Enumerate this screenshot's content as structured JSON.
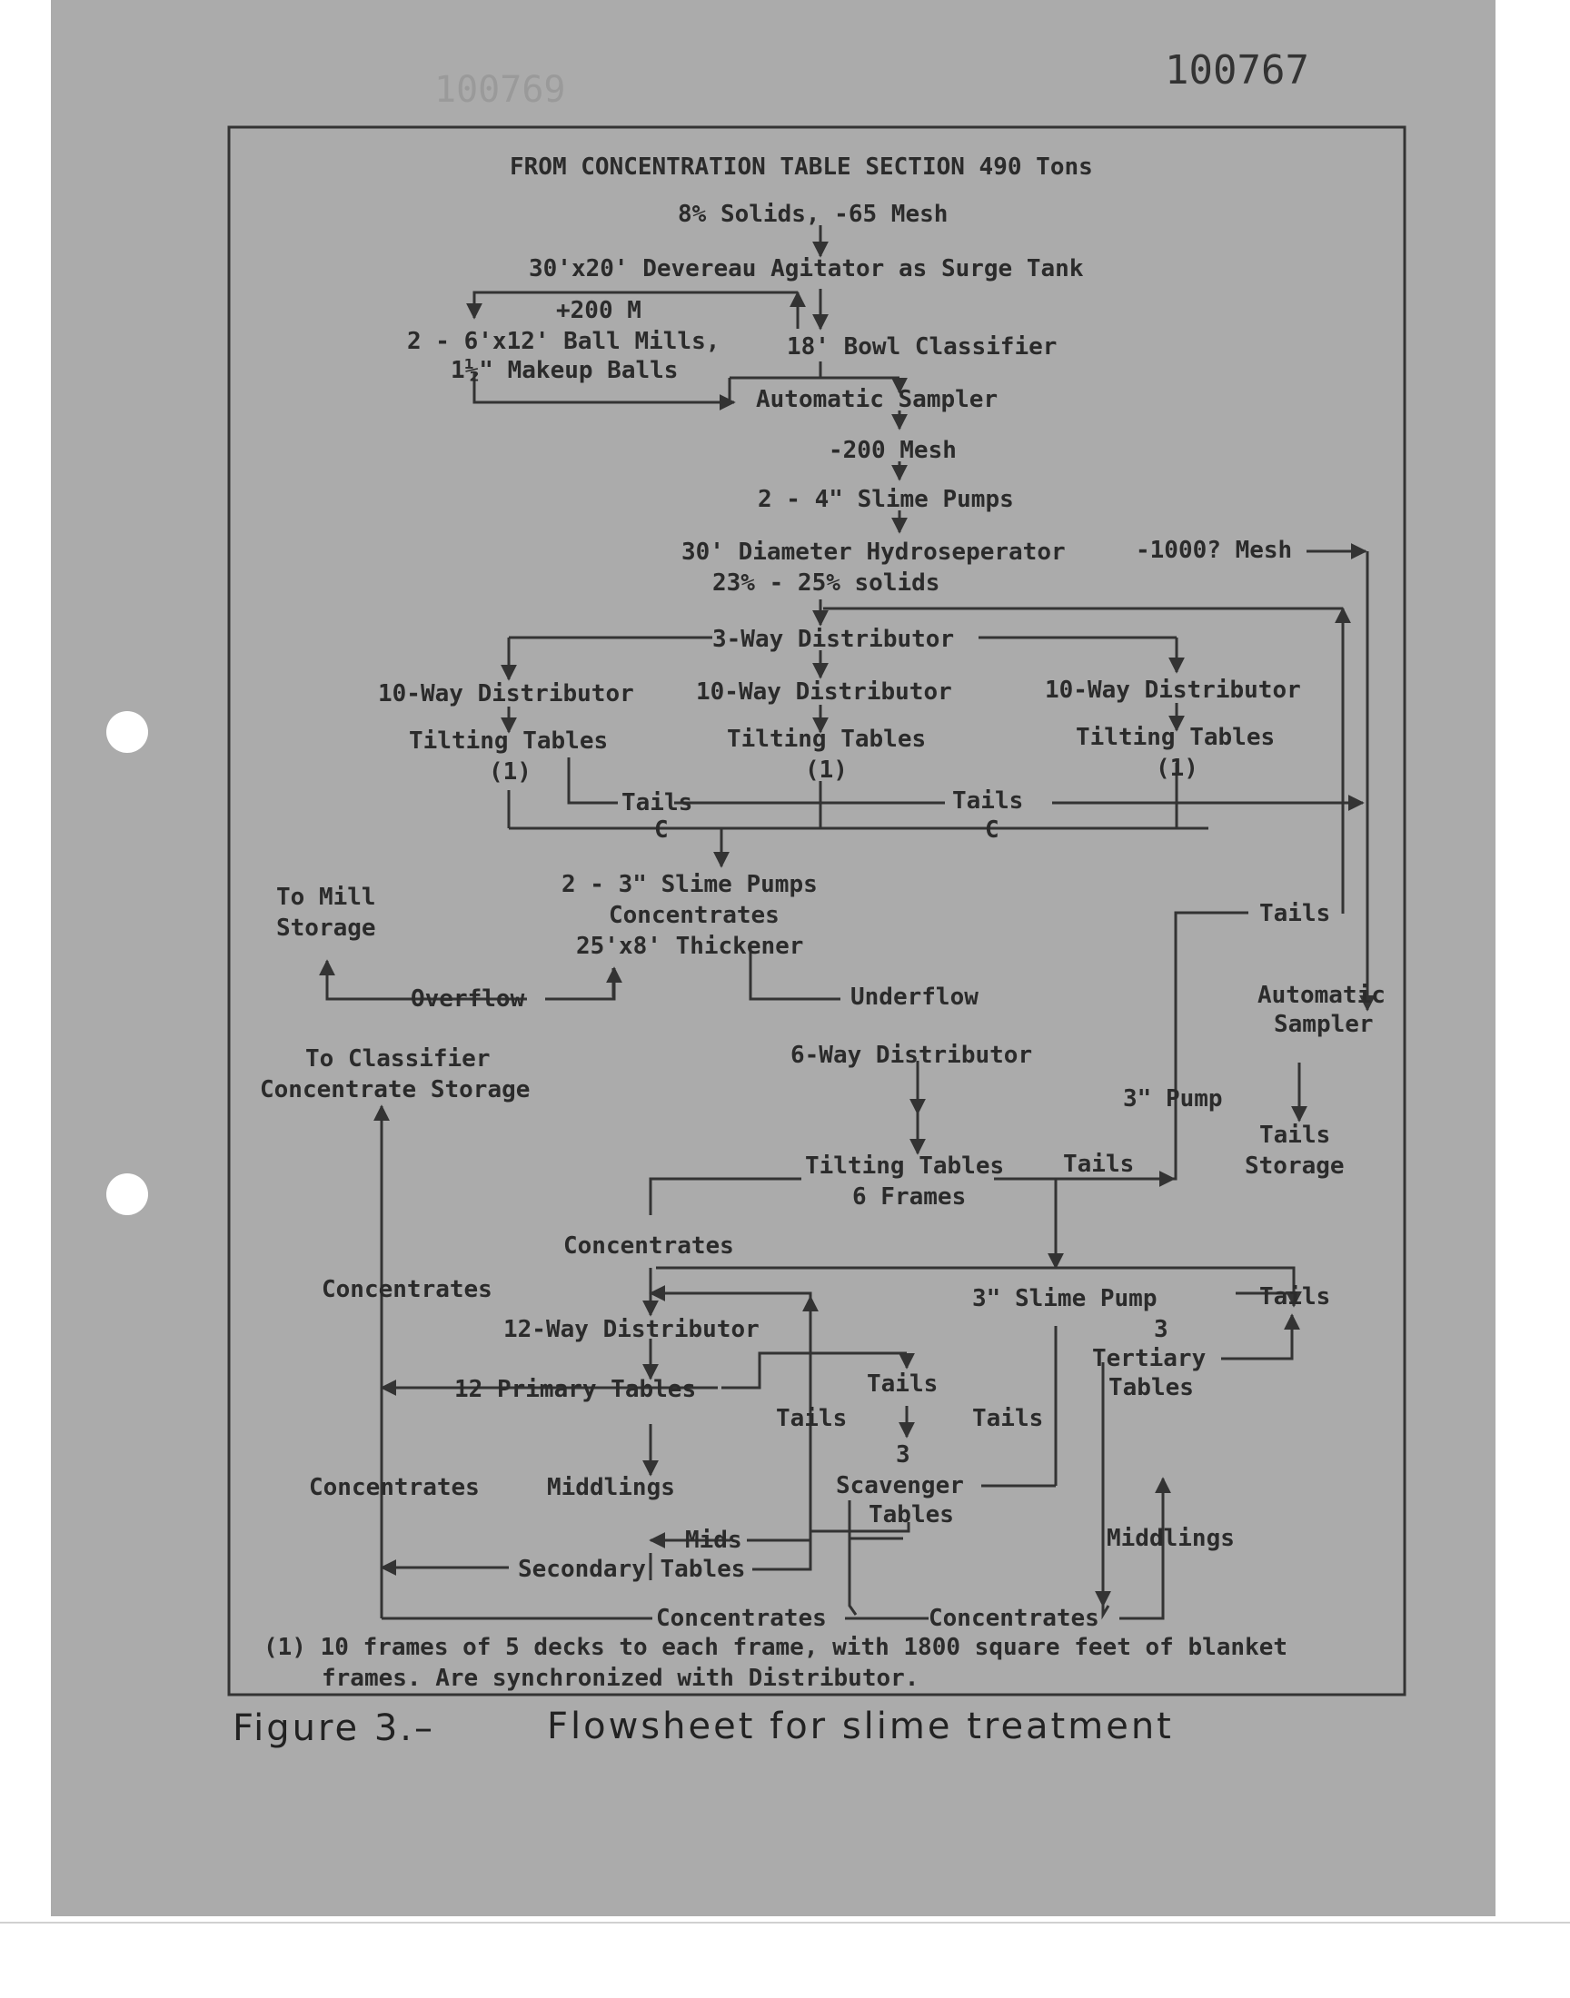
{
  "stamp": "100767",
  "ghost_stamp": "100769",
  "header": {
    "line1": "FROM CONCENTRATION TABLE SECTION 490 Tons",
    "line2": "8% Solids, -65 Mesh"
  },
  "nodes": {
    "agitator": "30'x20' Devereau Agitator as Surge Tank",
    "plus200": "+200 M",
    "ball_mills_1": "2 - 6'x12' Ball Mills,",
    "ball_mills_2": "1½\" Makeup Balls",
    "bowl_classifier": "18' Bowl Classifier",
    "auto_sampler_1": "Automatic Sampler",
    "minus200": "-200 Mesh",
    "slime_pumps_4": "2 - 4\" Slime Pumps",
    "hydrosep_1": "30' Diameter Hydroseperator",
    "hydrosep_2": "23% - 25% solids",
    "minus1000": "-1000? Mesh",
    "dist_3way": "3-Way Distributor",
    "dist_10way": "10-Way Distributor",
    "tilting_tables": "Tilting Tables",
    "note_ref": "(1)",
    "tails": "Tails",
    "c": "C",
    "slime_pumps_3": "2 - 3\" Slime Pumps",
    "concentrates": "Concentrates",
    "thickener": "25'x8' Thickener",
    "to_mill_1": "To Mill",
    "to_mill_2": "Storage",
    "overflow": "Overflow",
    "underflow": "Underflow",
    "auto_sampler_2a": "Automatic",
    "auto_sampler_2b": "Sampler",
    "to_classifier_1": "To Classifier",
    "to_classifier_2": "Concentrate Storage",
    "dist_6way": "6-Way Distributor",
    "pump_3": "3\" Pump",
    "tails_storage_1": "Tails",
    "tails_storage_2": "Storage",
    "tilting_6frames": "6 Frames",
    "slime_pump_3": "3\" Slime Pump",
    "dist_12way": "12-Way Distributor",
    "three": "3",
    "tertiary": "Tertiary",
    "tables": "Tables",
    "primary_tables": "12 Primary Tables",
    "middlings": "Middlings",
    "scavenger": "Scavenger",
    "mids": "Mids",
    "secondary_tables": "Secondary Tables"
  },
  "footnote": {
    "line1": "(1) 10 frames of 5 decks to each frame, with 1800 square feet of blanket",
    "line2": "frames.  Are synchronized with Distributor."
  },
  "caption": {
    "figure": "Figure 3.–",
    "title": "Flowsheet  for  slime  treatment"
  }
}
